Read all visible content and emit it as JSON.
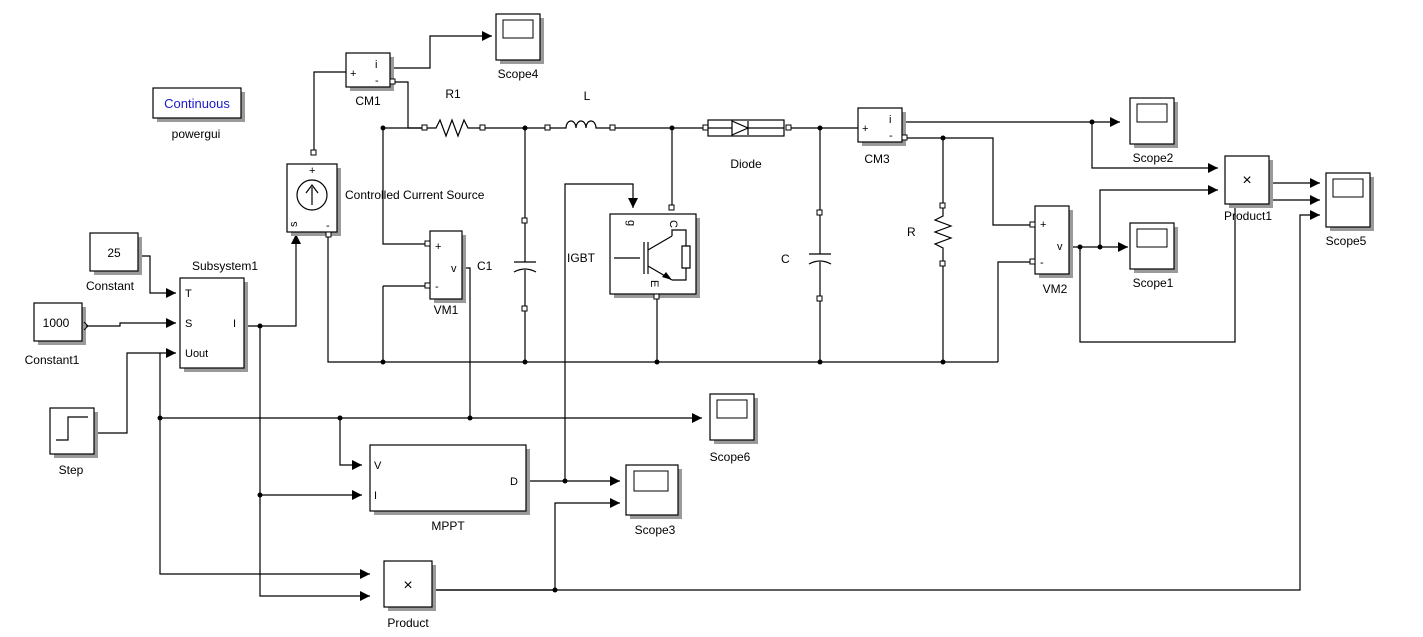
{
  "blocks": {
    "powergui_box": "Continuous",
    "powergui": "powergui",
    "constant": "Constant",
    "constant_value": "25",
    "constant1": "Constant1",
    "constant1_value": "1000",
    "step": "Step",
    "subsystem1": "Subsystem1",
    "subsystem1_ports": {
      "t": "T",
      "s": "S",
      "uout": "Uout",
      "i": "I"
    },
    "ccs": "Controlled Current Source",
    "ccs_ports": {
      "plus": "+",
      "s": "s",
      "minus": "-"
    },
    "cm1": "CM1",
    "cm3": "CM3",
    "meter_ports": {
      "plus": "+",
      "minus": "-",
      "i": "i",
      "v": "v"
    },
    "r1": "R1",
    "l": "L",
    "diode": "Diode",
    "c1": "C1",
    "c": "C",
    "r": "R",
    "igbt": "IGBT",
    "igbt_ports": {
      "g": "g",
      "c": "C",
      "e": "E"
    },
    "vm1": "VM1",
    "vm2": "VM2",
    "mppt": "MPPT",
    "mppt_ports": {
      "v": "V",
      "i": "I",
      "d": "D"
    },
    "product": "Product",
    "product1": "Product1",
    "product_sign": "×",
    "scopes": {
      "scope1": "Scope1",
      "scope2": "Scope2",
      "scope3": "Scope3",
      "scope4": "Scope4",
      "scope5": "Scope5",
      "scope6": "Scope6"
    }
  }
}
